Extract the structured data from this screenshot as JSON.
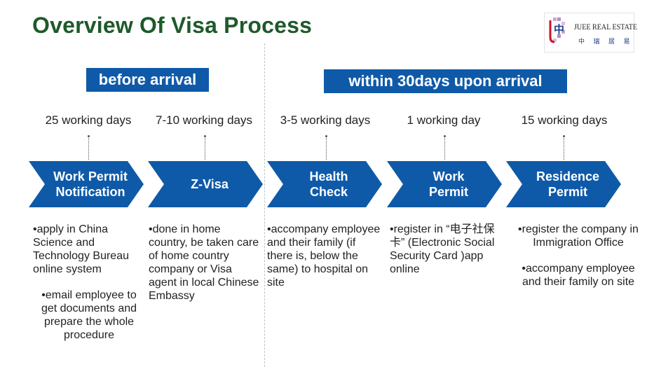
{
  "title": "Overview Of Visa Process",
  "logo": {
    "mark_text": "中",
    "name": "JUEE REAL ESTATE",
    "subtitle": "中 瑞 居 易"
  },
  "phases": {
    "before": "before arrival",
    "after": "within 30days upon arrival"
  },
  "steps": [
    {
      "duration": "25 working days",
      "label_lines": [
        "Work Permit",
        "Notification"
      ],
      "bullets": [
        "•apply in China Science and Technology Bureau online system",
        "•email employee to get documents and prepare the whole procedure"
      ]
    },
    {
      "duration": "7-10 working days",
      "label_lines": [
        "Z-Visa"
      ],
      "bullets": [
        "•done in home country, be taken care of home country company or Visa agent in local Chinese Embassy"
      ]
    },
    {
      "duration": "3-5 working days",
      "label_lines": [
        "Health",
        "Check"
      ],
      "bullets": [
        "•accompany employee and their family (if there is, below the same) to hospital on site"
      ]
    },
    {
      "duration": "1 working day",
      "label_lines": [
        "Work",
        "Permit"
      ],
      "bullets": [
        "•register in “电子社保卡” (Electronic Social Security Card )app online"
      ]
    },
    {
      "duration": "15 working days",
      "label_lines": [
        "Residence",
        "Permit"
      ],
      "bullets": [
        "•register the company in Immigration Office",
        "•accompany employee and their family on site"
      ]
    }
  ]
}
